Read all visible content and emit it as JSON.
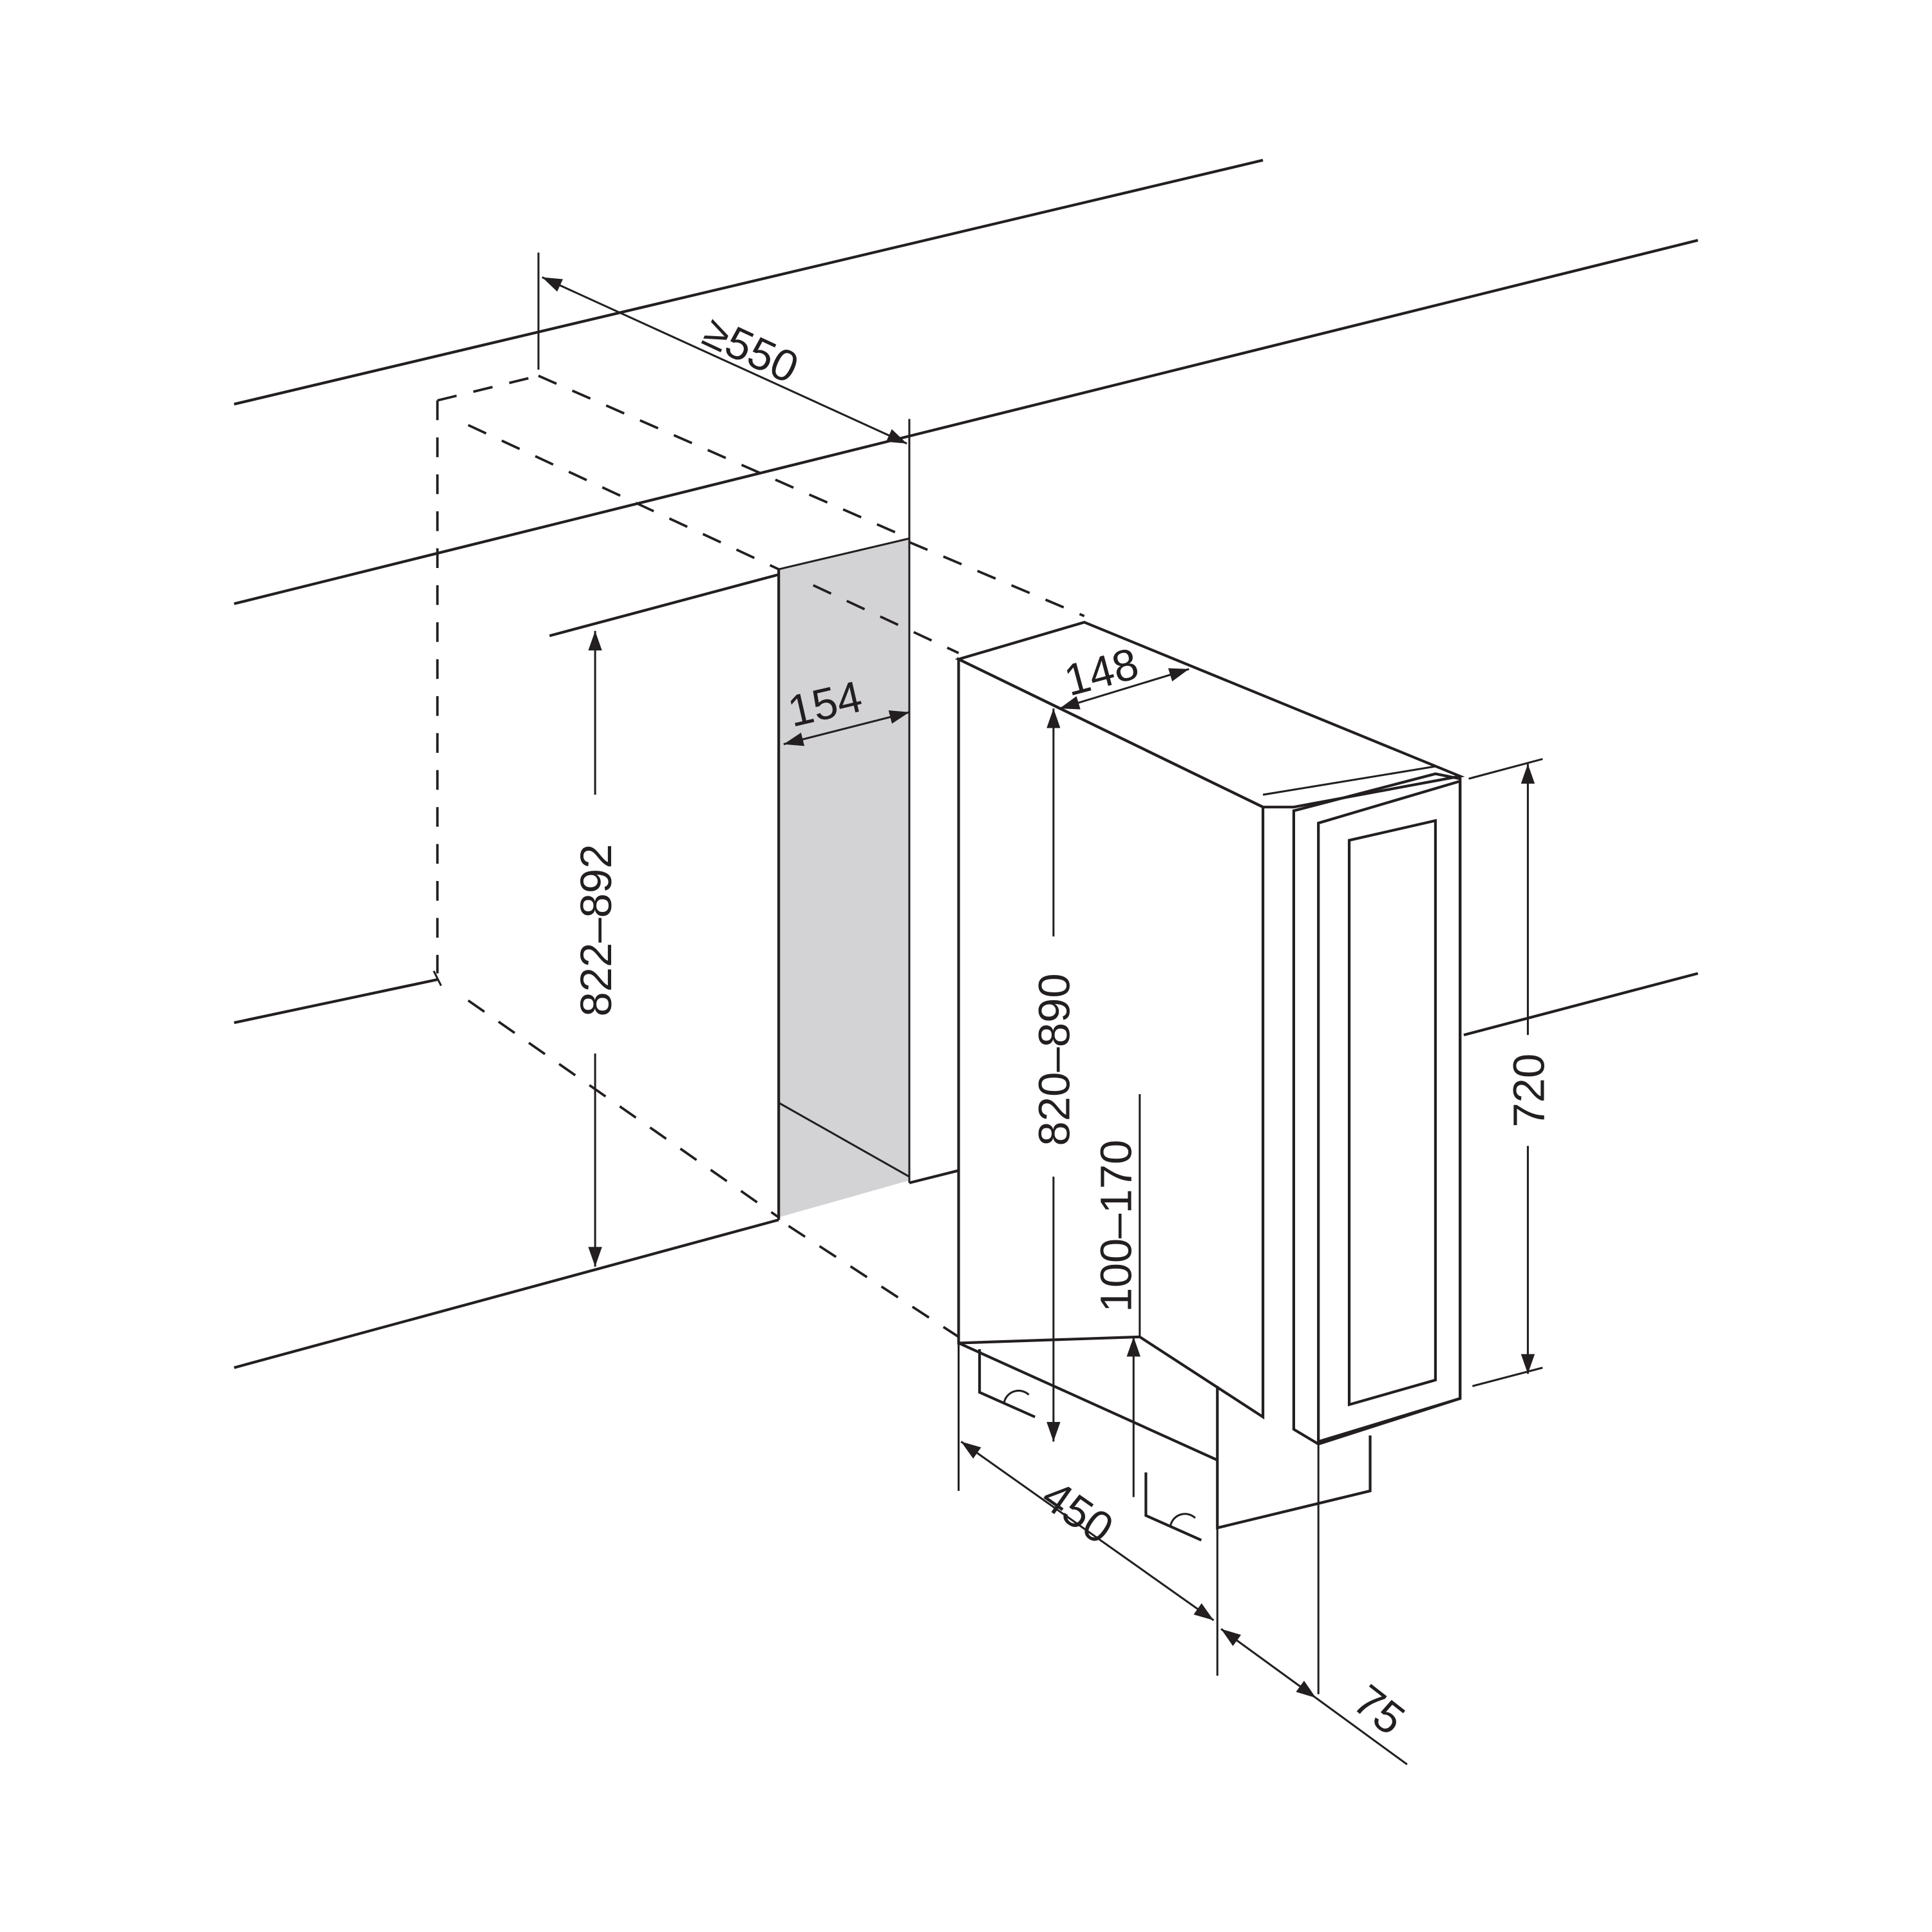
{
  "dimensions": {
    "depth_min": "≥550",
    "opening_width": "154",
    "opening_height": "822–892",
    "appliance_width": "148",
    "appliance_height": "820–890",
    "plinth_height": "100–170",
    "door_height": "720",
    "appliance_depth": "450",
    "door_depth": "75"
  },
  "colors": {
    "line": "#231f20",
    "opening_fill": "#d3d3d5",
    "glass_light": "#e6e6e8",
    "glass_dark": "#9d9da0"
  }
}
